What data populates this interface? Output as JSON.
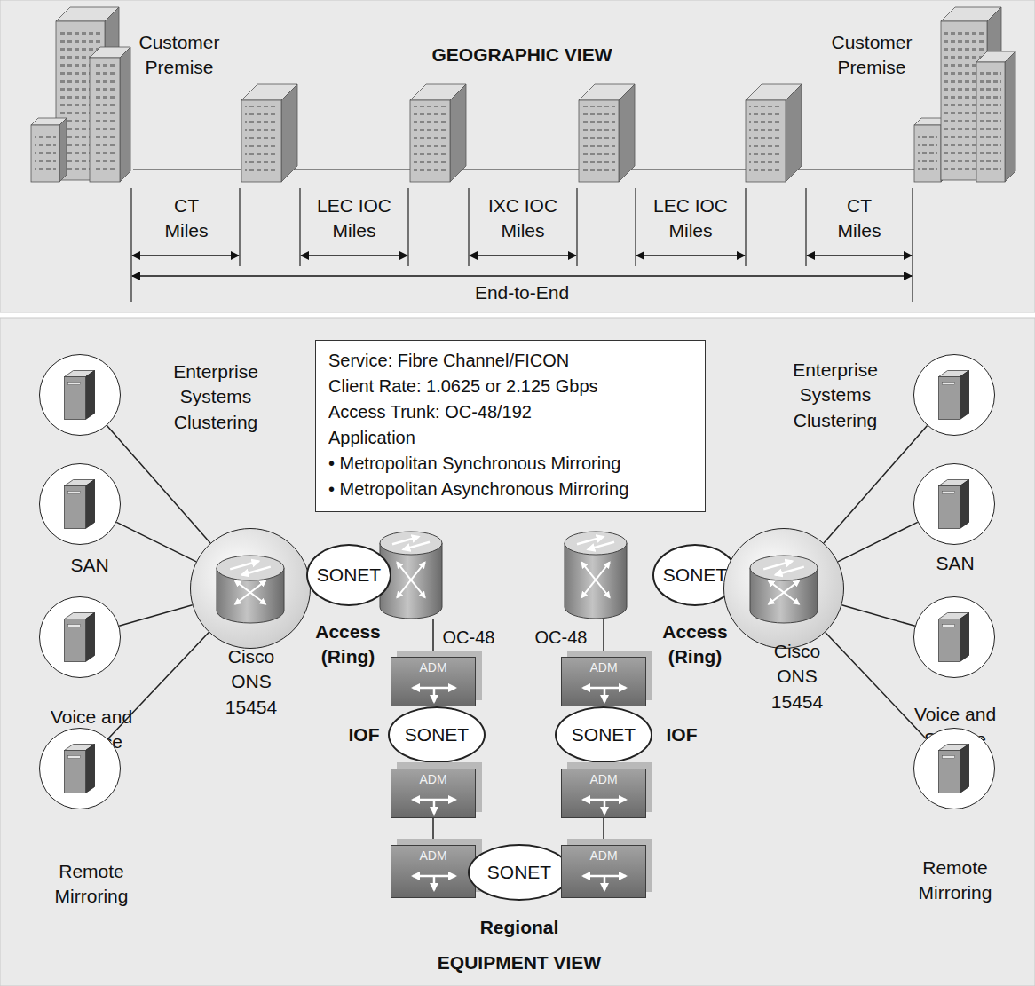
{
  "diagram": {
    "nodes": [
      {
        "text": [
          "Customer Premise"
        ]
      },
      {
        "text": [
          "Customer Premise"
        ]
      },
      {
        "text": [
          "Enterprise Systems Clustering"
        ]
      },
      {
        "text": [
          "SAN"
        ]
      },
      {
        "text": [
          "Voice and Service"
        ]
      },
      {
        "text": [
          "Remote Mirroring"
        ]
      },
      {
        "text": [
          "Cisco ONS 15454"
        ]
      },
      {
        "text": [
          "SONET"
        ]
      },
      {
        "text": [
          "Service: Fibre Channel/FICON",
          "Client Rate: 1.0625 or 2.125 Gbps",
          "Access Trunk: OC-48/192",
          "Application",
          "• Metropolitan Synchronous Mirroring",
          "• Metropolitan Asynchronous Mirroring"
        ]
      },
      {
        "text": [
          "SONET"
        ]
      },
      {
        "text": [
          "Cisco ONS 15454"
        ]
      },
      {
        "text": [
          "Enterprise Systems Clustering"
        ]
      },
      {
        "text": [
          "SAN"
        ]
      },
      {
        "text": [
          "Voice and Service"
        ]
      },
      {
        "text": [
          "Remote Mirroring"
        ]
      },
      {
        "text": [
          "ADM"
        ]
      },
      {
        "text": [
          "SONET"
        ]
      },
      {
        "text": [
          "ADM"
        ]
      },
      {
        "text": [
          "ADM"
        ]
      },
      {
        "text": [
          "SONET"
        ]
      },
      {
        "text": [
          "ADM"
        ]
      },
      {
        "text": [
          "SONET"
        ]
      },
      {
        "text": [
          "ADM"
        ]
      },
      {
        "text": [
          "ADM"
        ]
      }
    ],
    "edges": [
      {
        "from": 0,
        "to": 1,
        "arrow": "none"
      },
      {
        "from": 2,
        "to": 6,
        "arrow": "none"
      },
      {
        "from": 3,
        "to": 6,
        "arrow": "none"
      },
      {
        "from": 4,
        "to": 6,
        "arrow": "none"
      },
      {
        "from": 5,
        "to": 6,
        "arrow": "none"
      },
      {
        "from": 11,
        "to": 10,
        "arrow": "none"
      },
      {
        "from": 12,
        "to": 10,
        "arrow": "none"
      },
      {
        "from": 13,
        "to": 10,
        "arrow": "none"
      },
      {
        "from": 14,
        "to": 10,
        "arrow": "none"
      },
      {
        "from": 17,
        "to": 18,
        "arrow": "none"
      },
      {
        "from": 22,
        "to": 23,
        "arrow": "none"
      }
    ],
    "labels": [
      "GEOGRAPHIC VIEW",
      "CT Miles",
      "LEC IOC Miles",
      "IXC IOC Miles",
      "LEC IOC Miles",
      "CT Miles",
      "End-to-End",
      "Access (Ring)",
      "OC-48",
      "OC-48",
      "Access (Ring)",
      "IOF",
      "IOF",
      "Regional",
      "EQUIPMENT VIEW"
    ]
  }
}
